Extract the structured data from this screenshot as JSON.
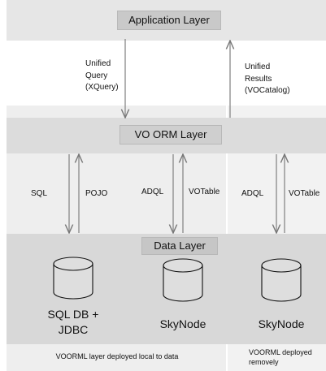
{
  "layers": {
    "application": "Application Layer",
    "orm": "VO ORM Layer",
    "data": "Data Layer"
  },
  "flows": {
    "query": [
      "Unified",
      "Query",
      "(XQuery)"
    ],
    "results": [
      "Unified",
      "Results",
      "(VOCatalog)"
    ],
    "sql": "SQL",
    "pojo": "POJO",
    "adql_local": "ADQL",
    "votable_local": "VOTable",
    "adql_remote": "ADQL",
    "votable_remote": "VOTable"
  },
  "databases": [
    {
      "line1": "SQL DB +",
      "line2": "JDBC"
    },
    {
      "line1": "SkyNode",
      "line2": ""
    },
    {
      "line1": "SkyNode",
      "line2": ""
    }
  ],
  "footers": {
    "local": "VOORML layer deployed local to data",
    "remote_line1": "VOORML deployed",
    "remote_line2": "removely"
  }
}
